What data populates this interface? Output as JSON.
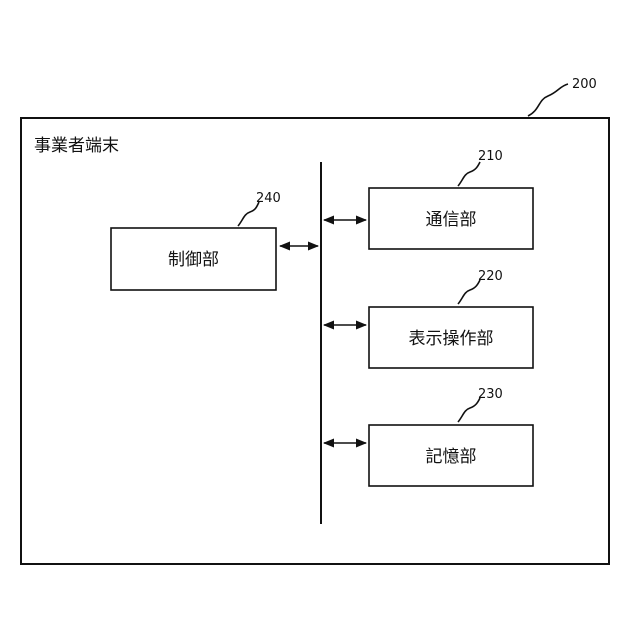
{
  "diagram": {
    "outer": {
      "ref": "200",
      "title": "事業者端末"
    },
    "blocks": [
      {
        "id": "comm",
        "ref": "210",
        "label": "通信部"
      },
      {
        "id": "display",
        "ref": "220",
        "label": "表示操作部"
      },
      {
        "id": "storage",
        "ref": "230",
        "label": "記憶部"
      },
      {
        "id": "control",
        "ref": "240",
        "label": "制御部"
      }
    ]
  }
}
